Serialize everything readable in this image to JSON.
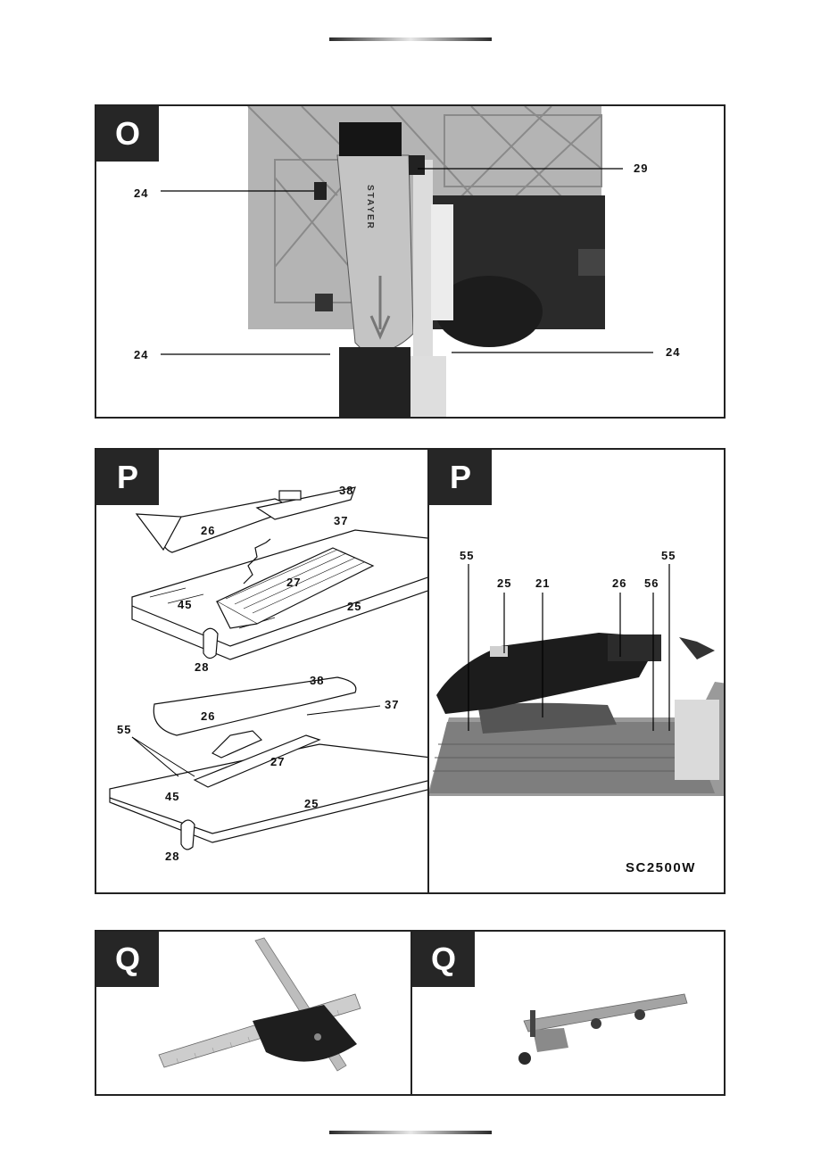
{
  "panels": {
    "o": {
      "tag": "O",
      "labels": {
        "top_right": "29",
        "top_left": "24",
        "bottom_left": "24",
        "bottom_right": "24"
      },
      "brand_text": "STAYER"
    },
    "p_left": {
      "tag": "P",
      "labels": {
        "a38": "38",
        "a37": "37",
        "a26": "26",
        "a27": "27",
        "a45": "45",
        "a25": "25",
        "a28": "28",
        "b38": "38",
        "b37": "37",
        "b26": "26",
        "b55": "55",
        "b27": "27",
        "b45": "45",
        "b25": "25",
        "b28": "28"
      }
    },
    "p_right": {
      "tag": "P",
      "labels": {
        "l55": "55",
        "r55": "55",
        "l25": "25",
        "l21": "21",
        "l26": "26",
        "l56": "56"
      },
      "model": "SC2500W"
    },
    "q_left": {
      "tag": "Q"
    },
    "q_right": {
      "tag": "Q"
    }
  }
}
